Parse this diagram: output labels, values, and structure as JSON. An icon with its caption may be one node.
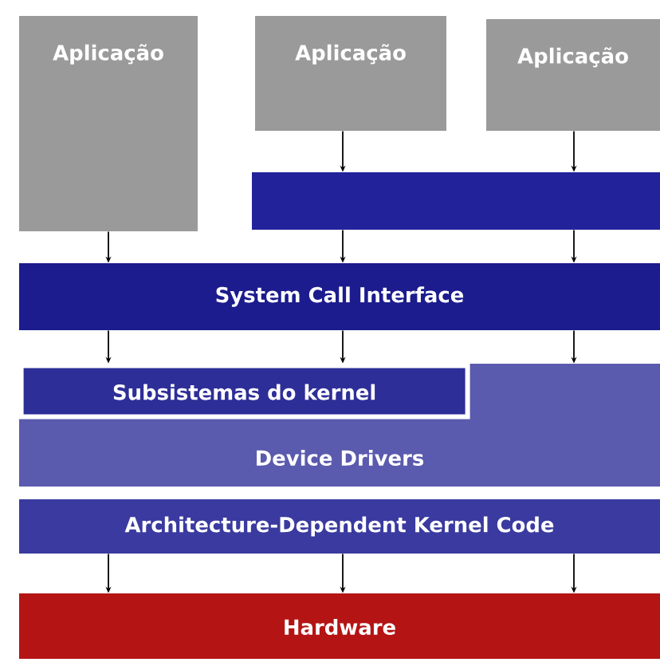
{
  "diagram": {
    "nodes": [
      {
        "text": [
          "Aplicação"
        ]
      },
      {
        "text": [
          "Aplicação"
        ]
      },
      {
        "text": [
          "Aplicação"
        ]
      },
      {
        "text": [],
        "shape": "bar"
      },
      {
        "text": [
          "System Call Interface"
        ]
      },
      {
        "text": [
          "Device Drivers"
        ]
      },
      {
        "text": [
          "Subsistemas do kernel"
        ],
        "in": 5
      },
      {
        "text": [
          "Architecture-Dependent Kernel Code"
        ]
      },
      {
        "text": [
          "Hardware"
        ]
      }
    ],
    "edges": [
      {
        "from": 0,
        "to": 4,
        "arrow": "to"
      },
      {
        "from": 1,
        "to": 3,
        "arrow": "to"
      },
      {
        "from": 2,
        "to": 3,
        "arrow": "to"
      },
      {
        "from": 3,
        "to": 4,
        "arrow": "to"
      },
      {
        "from": 3,
        "to": 4,
        "arrow": "to"
      },
      {
        "from": 4,
        "to": 6,
        "arrow": "to"
      },
      {
        "from": 4,
        "to": 6,
        "arrow": "to"
      },
      {
        "from": 4,
        "to": 5,
        "arrow": "to"
      },
      {
        "from": 7,
        "to": 8,
        "arrow": "to"
      },
      {
        "from": 7,
        "to": 8,
        "arrow": "to"
      },
      {
        "from": 7,
        "to": 8,
        "arrow": "to"
      }
    ]
  }
}
